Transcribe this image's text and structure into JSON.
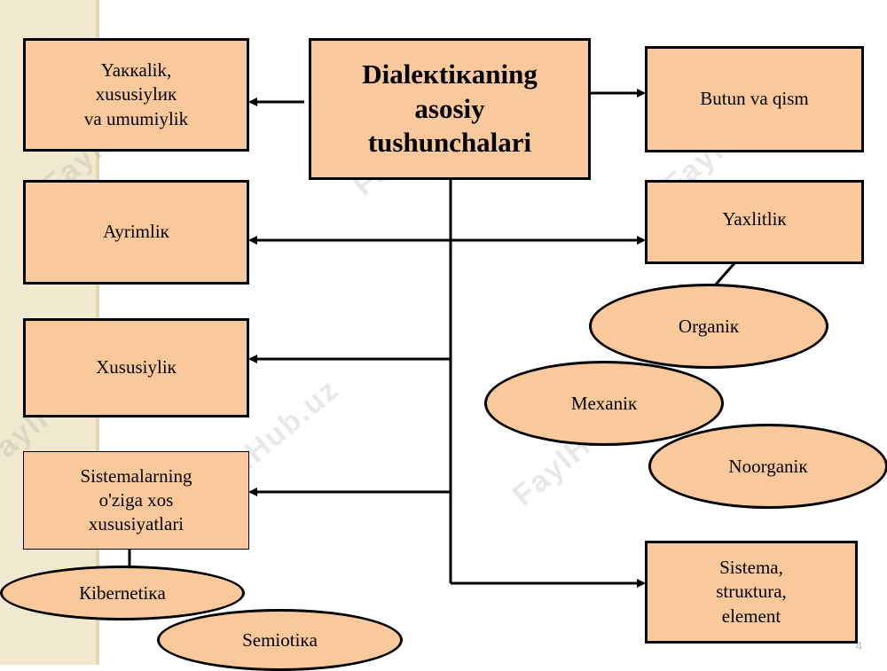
{
  "watermark": "FaylHub.uz",
  "colors": {
    "node_fill": "#f9c89b",
    "border": "#000000",
    "stripe": "#f1e9cf"
  },
  "center": {
    "line1": "Dialeкtiкaning",
    "line2": "asosiy",
    "line3": "tushunchalari"
  },
  "nodes": {
    "yakkalik": {
      "line1": "Yaккalik,",
      "line2": "xususiylик",
      "line3": "va umumiylik"
    },
    "butun": "Butun va qism",
    "ayrimlik": "Ayrimliк",
    "yaxlitlik": "Yaxlitliк",
    "xususiylik": "Xususiyliк",
    "sistemalar": {
      "line1": "Sistemalarning",
      "line2": "o'ziga xos",
      "line3": "xususiyatlari"
    },
    "sistema": {
      "line1": "Sistema,",
      "line2": "struкtura,",
      "line3": "element"
    }
  },
  "ellipses": {
    "organik": "Organiк",
    "mexanik": "Mexaniк",
    "noorganik": "Noorganiк",
    "kibernetika": "Кibernetiкa",
    "semiotika": "Semiotiкa"
  },
  "page_number": "4"
}
